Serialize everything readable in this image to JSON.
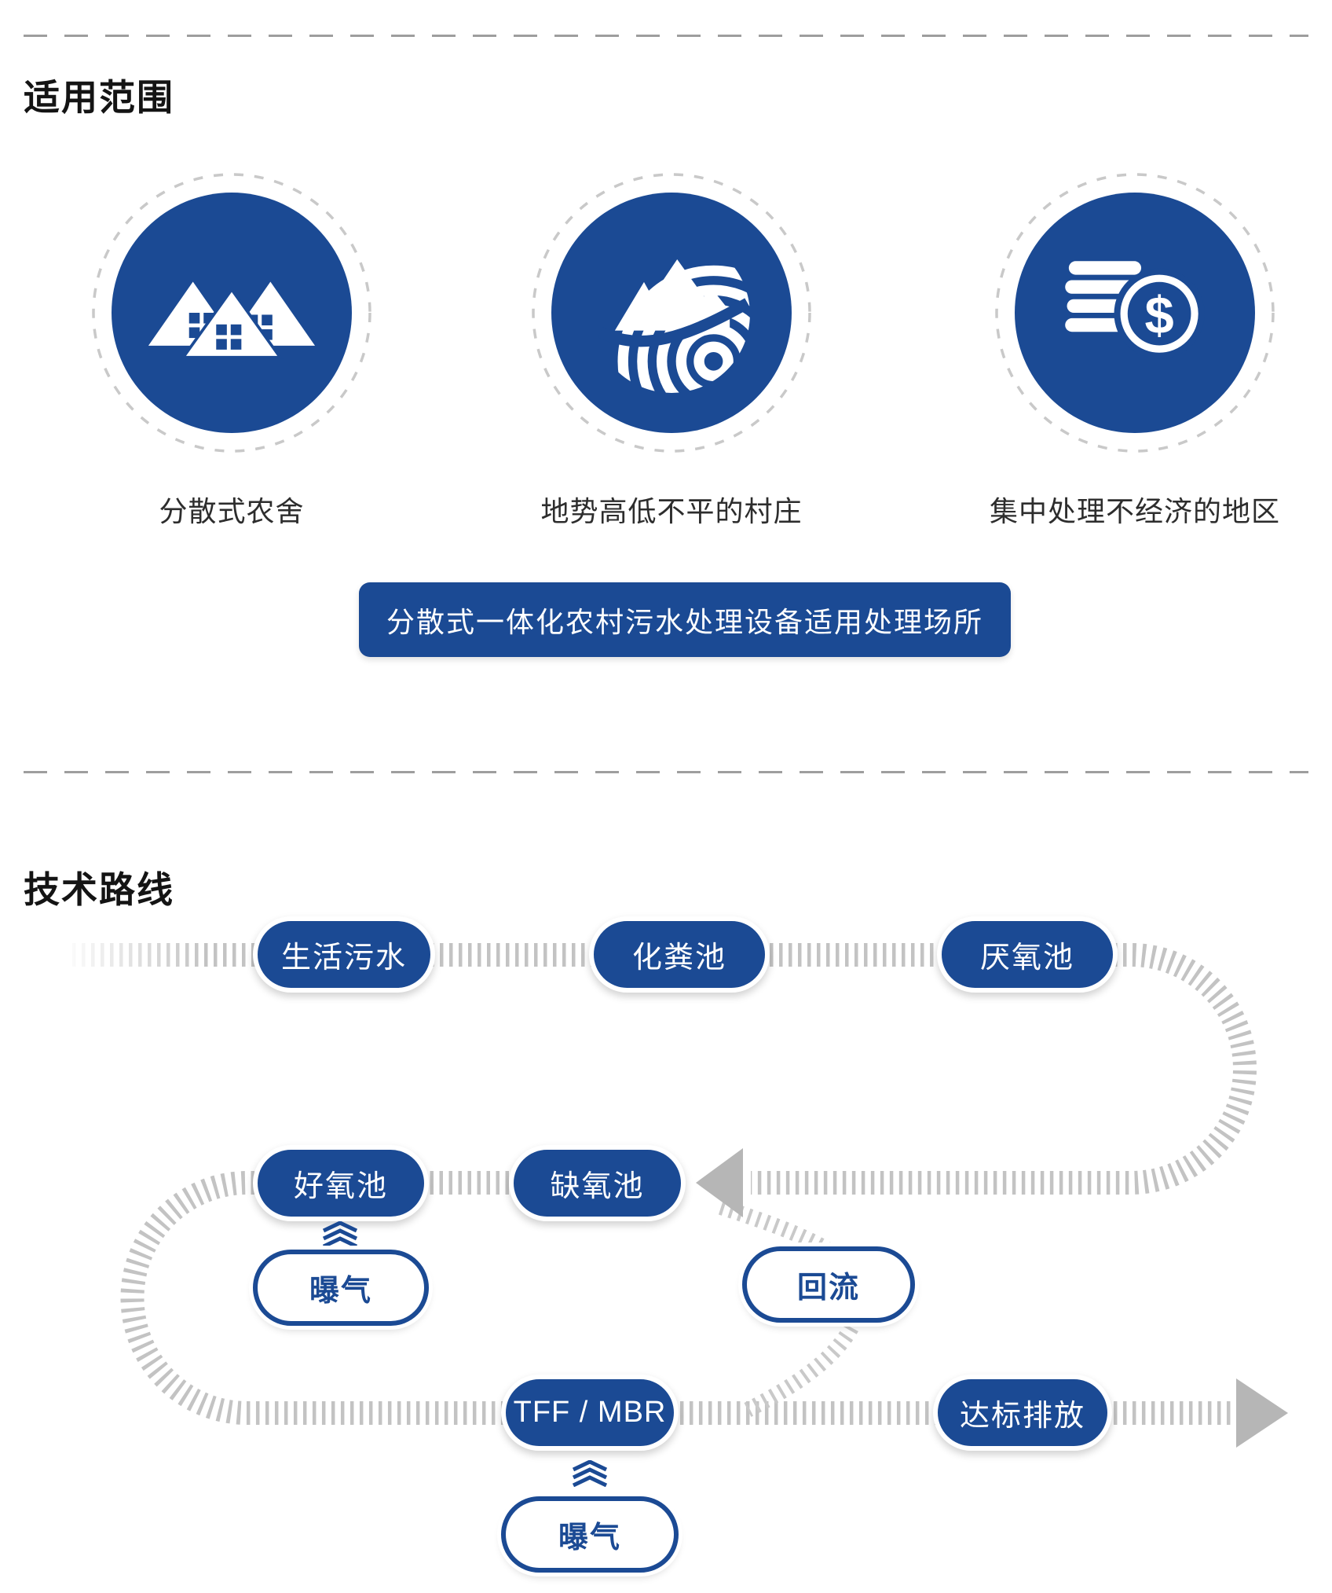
{
  "colors": {
    "primary_blue": "#1b4a94",
    "track_gray": "#c3c3c3",
    "arrow_gray": "#b6b6b6",
    "ring_gray": "#c9c9c9",
    "divider_gray": "#9e9e9e"
  },
  "section_scope": {
    "title": "适用范围",
    "items": [
      {
        "icon": "village-houses-icon",
        "label": "分散式农舍"
      },
      {
        "icon": "uneven-terrain-icon",
        "label": "地势高低不平的村庄"
      },
      {
        "icon": "coins-dollar-icon",
        "label": "集中处理不经济的地区"
      }
    ],
    "banner": "分散式一体化农村污水处理设备适用处理场所"
  },
  "section_route": {
    "title": "技术路线",
    "flow_nodes": {
      "sewage": "生活污水",
      "septic": "化粪池",
      "anaerobic": "厌氧池",
      "aerobic": "好氧池",
      "anoxic": "缺氧池",
      "aeration_1": "曝气",
      "reflux": "回流",
      "membrane": "TFF / MBR",
      "discharge": "达标排放",
      "aeration_2": "曝气"
    },
    "currency_symbol": "$"
  }
}
